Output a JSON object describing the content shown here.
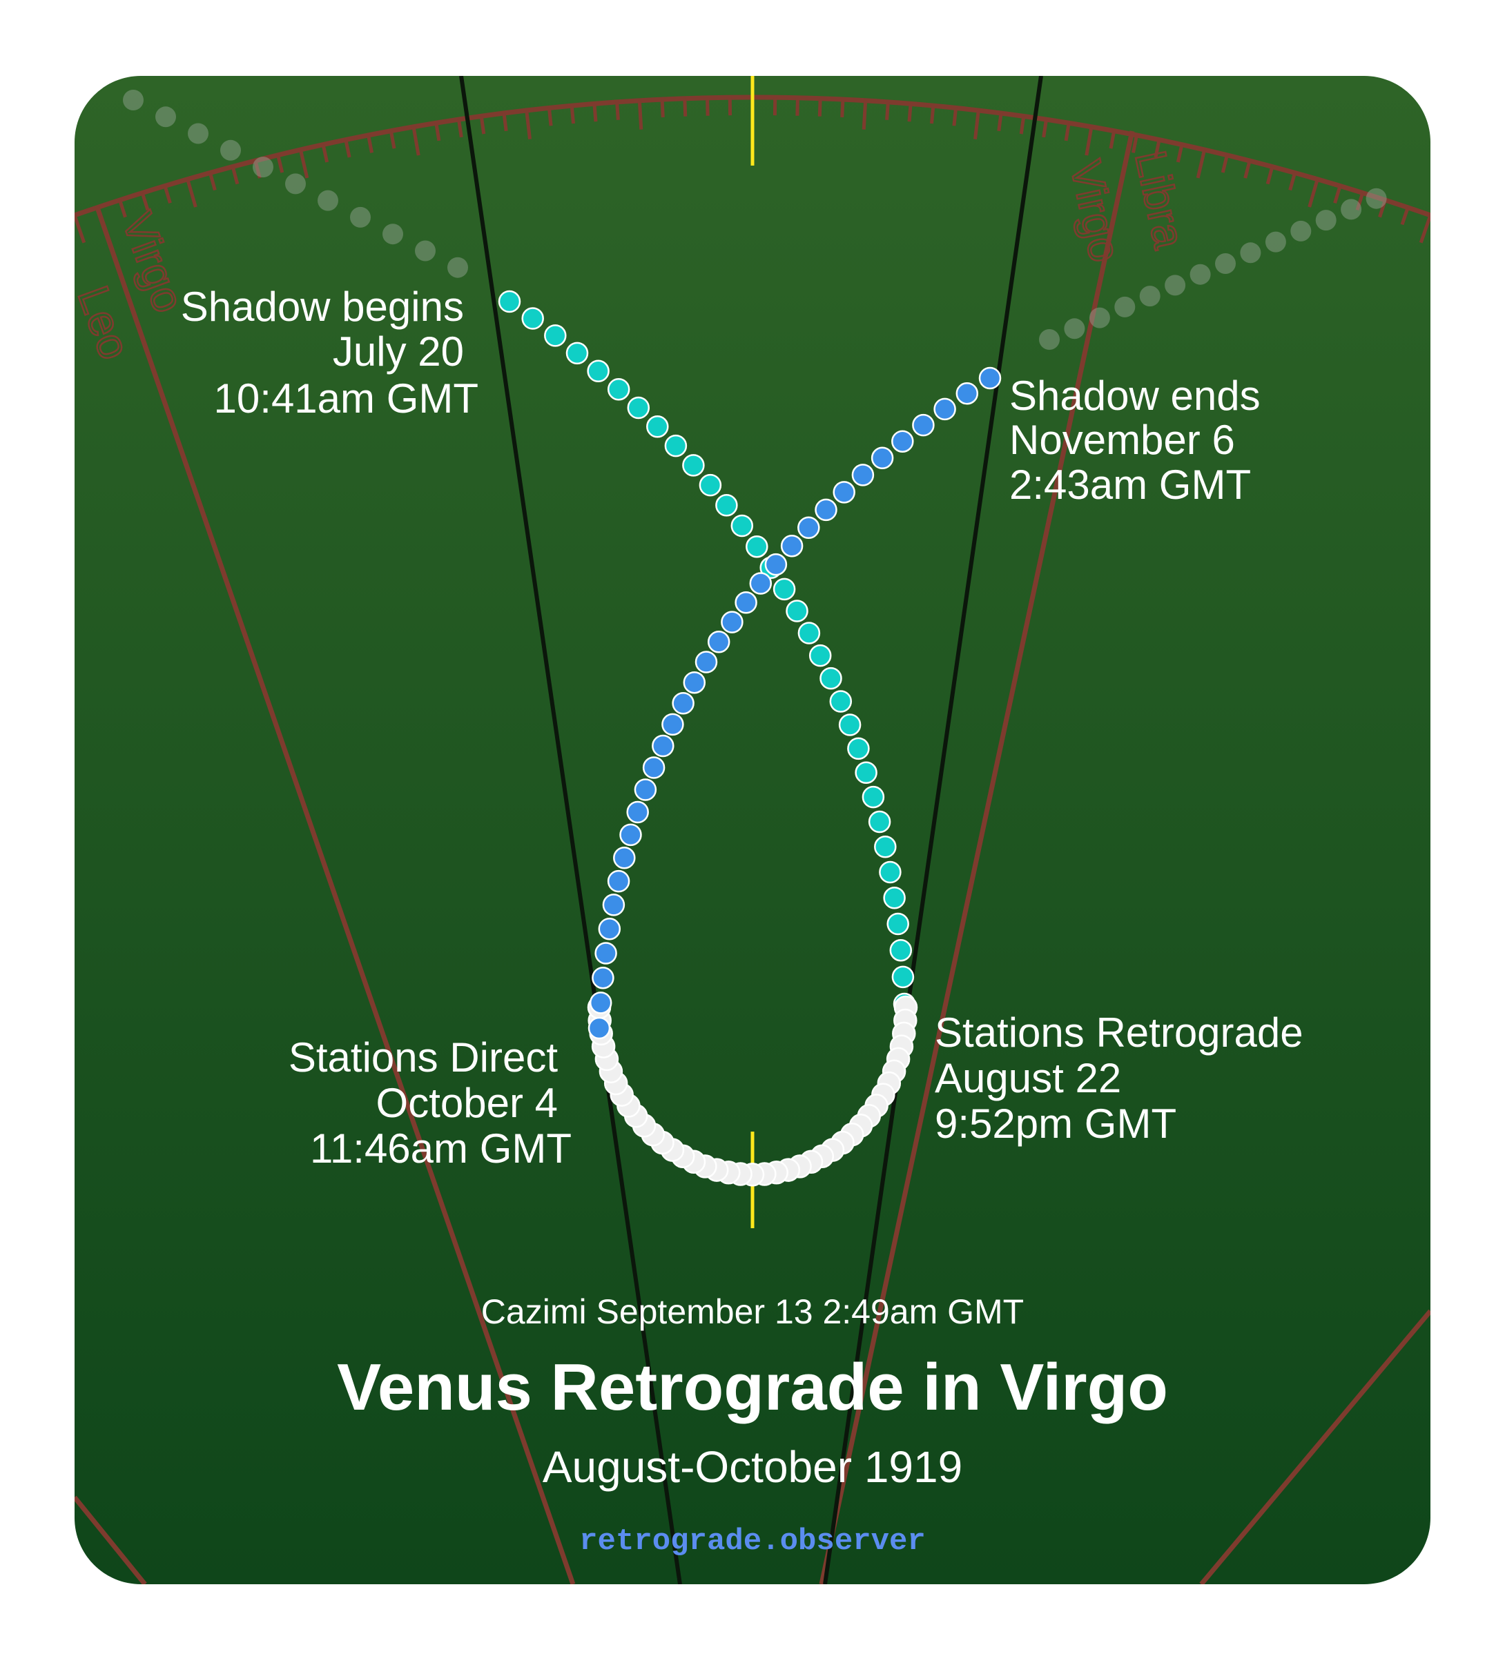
{
  "colors": {
    "background_top": "#2e6427",
    "background_bottom": "#0f461a",
    "zodiac_lines": "#7e3b2e",
    "shadow_path": "#10cfc6",
    "post_shadow_path": "#3b8ee8",
    "retrograde_path": "#f0f0f0",
    "outside_path": "#9aa89a",
    "marker": "#ffe81c",
    "site_link": "#5b8def"
  },
  "zodiac_signs": [
    "Leo",
    "Virgo",
    "Virgo",
    "Libra"
  ],
  "events": {
    "shadow_begins": {
      "name": "Shadow begins",
      "date": "July 20",
      "time": "10:41am GMT"
    },
    "shadow_ends": {
      "name": "Shadow ends",
      "date": "November 6",
      "time": "2:43am GMT"
    },
    "stations_retrograde": {
      "name": "Stations Retrograde",
      "date": "August 22",
      "time": "9:52pm GMT"
    },
    "stations_direct": {
      "name": "Stations Direct",
      "date": "October 4",
      "time": "11:46am GMT"
    }
  },
  "cazimi": "Cazimi September 13 2:49am GMT",
  "title": "Venus Retrograde in Virgo",
  "subtitle": "August-October 1919",
  "site": "retrograde.observer"
}
